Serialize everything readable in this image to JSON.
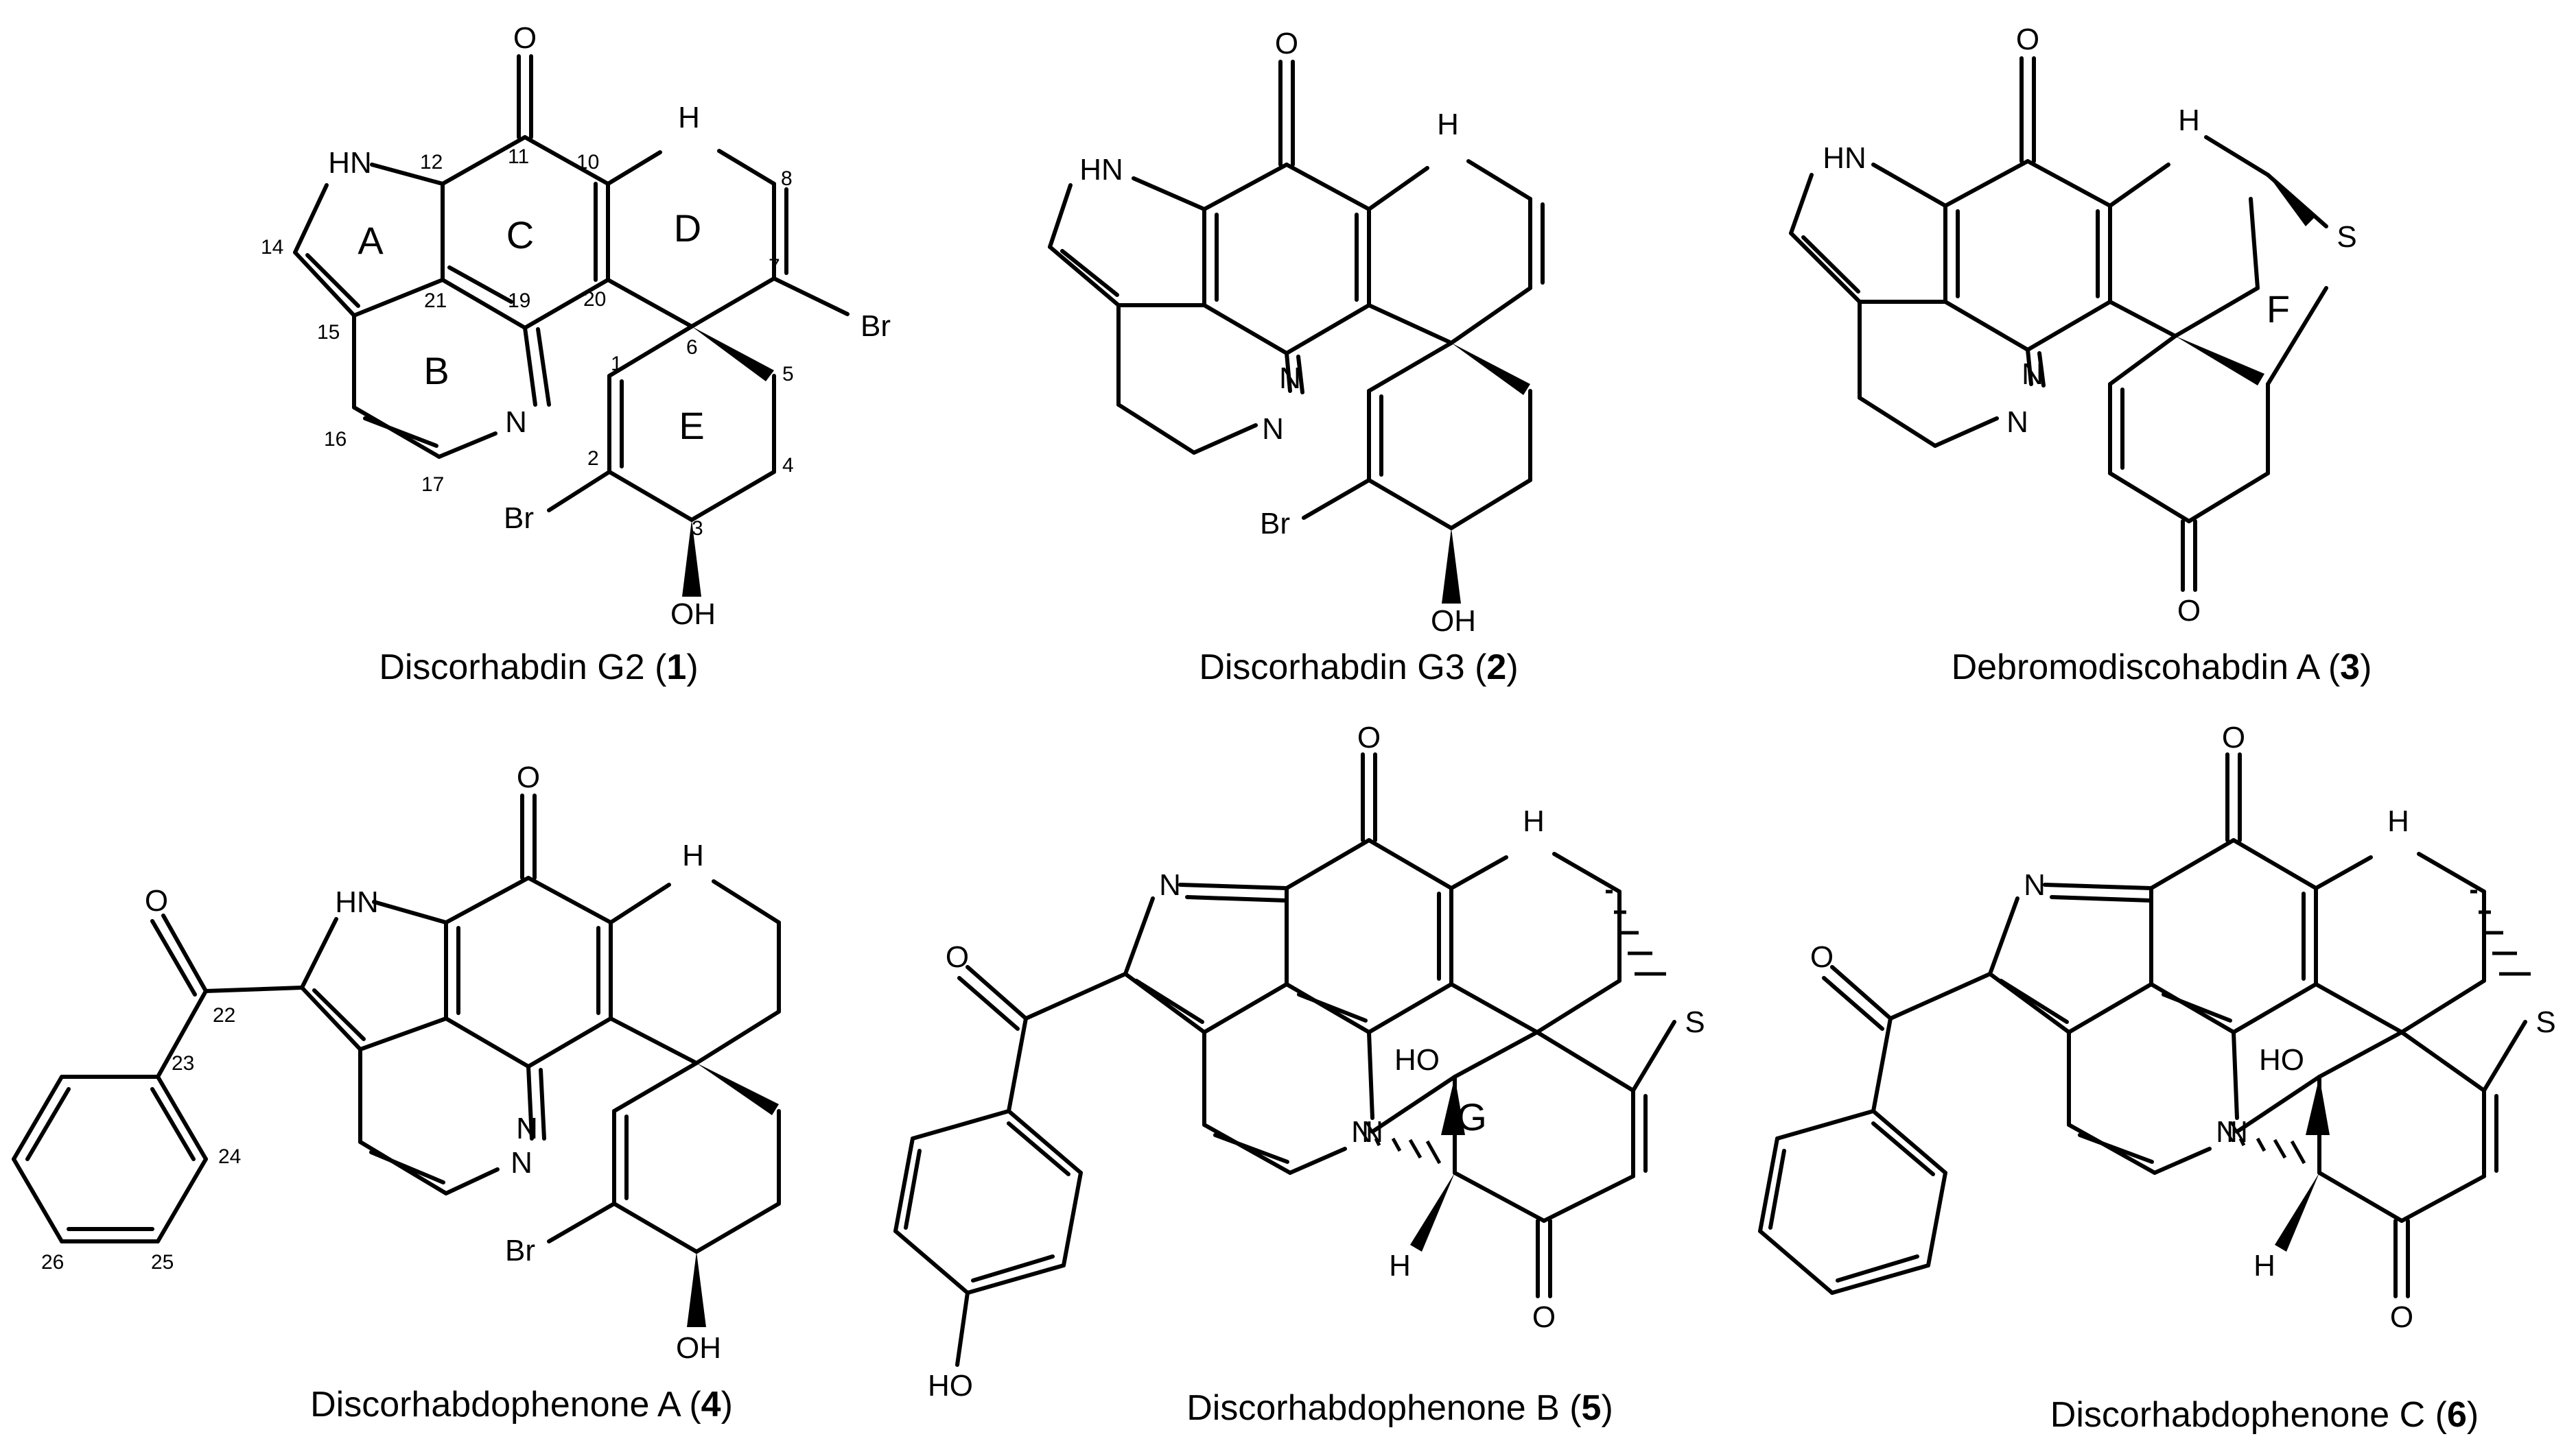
{
  "compounds": [
    {
      "id": "c1",
      "caption_name": "Discorhabdin G2",
      "caption_num": "1",
      "atoms": [
        "O",
        "HN",
        "N",
        "H",
        "Br",
        "Br",
        "OH"
      ],
      "ring_labels": [
        "A",
        "B",
        "C",
        "D",
        "E"
      ],
      "numbering": [
        "1",
        "2",
        "3",
        "4",
        "5",
        "6",
        "7",
        "8",
        "10",
        "11",
        "12",
        "14",
        "15",
        "16",
        "17",
        "19",
        "20",
        "21"
      ]
    },
    {
      "id": "c2",
      "caption_name": "Discorhabdin G3",
      "caption_num": "2",
      "atoms": [
        "O",
        "HN",
        "N",
        "H",
        "N",
        "Br",
        "OH"
      ]
    },
    {
      "id": "c3",
      "caption_name": "Debromodiscohabdin A",
      "caption_num": "3",
      "atoms": [
        "O",
        "HN",
        "N",
        "H",
        "S",
        "N",
        "O"
      ],
      "ring_labels": [
        "F"
      ]
    },
    {
      "id": "c4",
      "caption_name": "Discorhabdophenone A",
      "caption_num": "4",
      "atoms": [
        "O",
        "O",
        "HN",
        "N",
        "H",
        "N",
        "Br",
        "OH"
      ],
      "numbering": [
        "22",
        "23",
        "24",
        "25",
        "26"
      ]
    },
    {
      "id": "c5",
      "caption_name": "Discorhabdophenone B",
      "caption_num": "5",
      "atoms": [
        "O",
        "O",
        "N",
        "N",
        "H",
        "N",
        "S",
        "HO",
        "H",
        "O",
        "HO"
      ],
      "ring_labels": [
        "G"
      ]
    },
    {
      "id": "c6",
      "caption_name": "Discorhabdophenone C",
      "caption_num": "6",
      "atoms": [
        "O",
        "O",
        "N",
        "N",
        "H",
        "N",
        "S",
        "HO",
        "H",
        "O"
      ]
    }
  ]
}
